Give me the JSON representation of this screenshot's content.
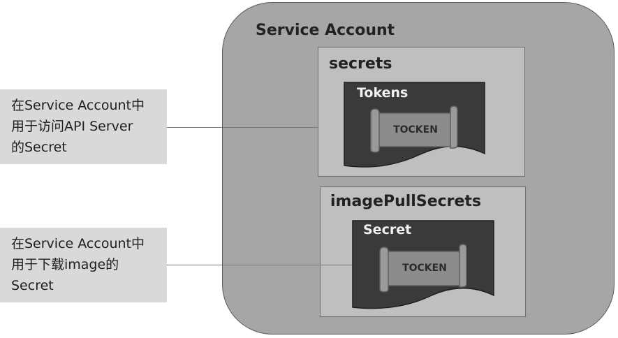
{
  "service_account": {
    "title": "Service Account"
  },
  "secrets_panel": {
    "title": "secrets",
    "document": {
      "title": "Tokens",
      "scroll_label": "TOCKEN"
    }
  },
  "image_pull_panel": {
    "title": "imagePullSecrets",
    "document": {
      "title": "Secret",
      "scroll_label": "TOCKEN"
    }
  },
  "callouts": [
    {
      "lines": [
        "在Service Account中",
        "用于访问API Server",
        "的Secret"
      ]
    },
    {
      "lines": [
        "在Service Account中",
        "用于下载image的",
        "Secret"
      ]
    }
  ],
  "colors": {
    "outer_fill": "#a6a6a6",
    "panel_fill": "#bfbfbf",
    "document_fill": "#3a3a3a",
    "scroll_fill": "#8c8c8c",
    "callout_fill": "#d9d9d9"
  }
}
